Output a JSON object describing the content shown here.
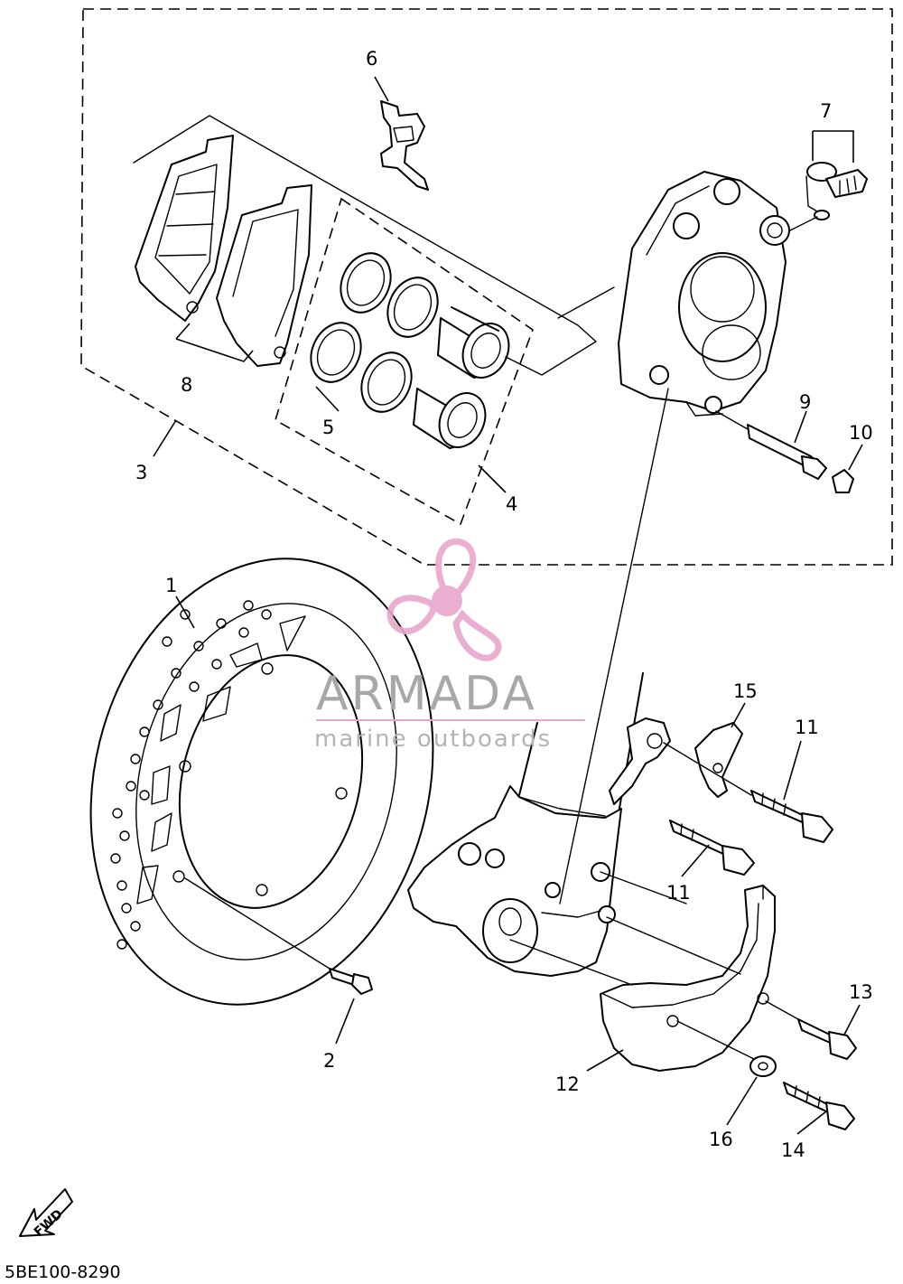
{
  "diagram": {
    "part_labels": [
      "1",
      "2",
      "3",
      "4",
      "5",
      "6",
      "7",
      "8",
      "9",
      "10",
      "11",
      "11",
      "12",
      "13",
      "14",
      "15",
      "16"
    ],
    "drawing_code": "5BE100-8290",
    "direction_marker": "FWD",
    "watermark": {
      "brand": "ARMADA",
      "tagline": "marine outboards",
      "color": "#e8a6cc"
    }
  }
}
